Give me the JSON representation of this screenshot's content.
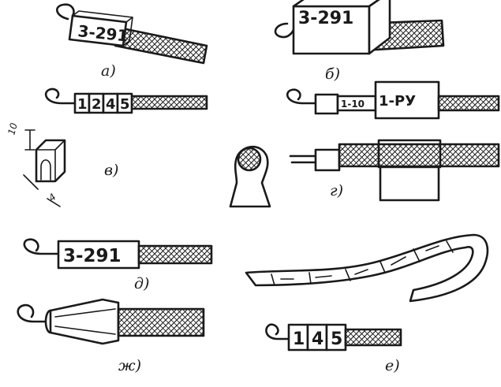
{
  "labels": {
    "a": "а)",
    "b": "б)",
    "v": "в)",
    "g": "г)",
    "d": "д)",
    "e": "е)",
    "zh": "ж)"
  },
  "markers": {
    "a_tag": "3-291",
    "b_tag": "3-291",
    "v_rings": [
      "1",
      "2",
      "4",
      "5"
    ],
    "g_small": "1-10",
    "g_large": "1-РУ",
    "d_tag": "3-291",
    "e_rings": [
      "1",
      "4",
      "5"
    ]
  },
  "dimensions": {
    "height": "10",
    "width": "4"
  }
}
